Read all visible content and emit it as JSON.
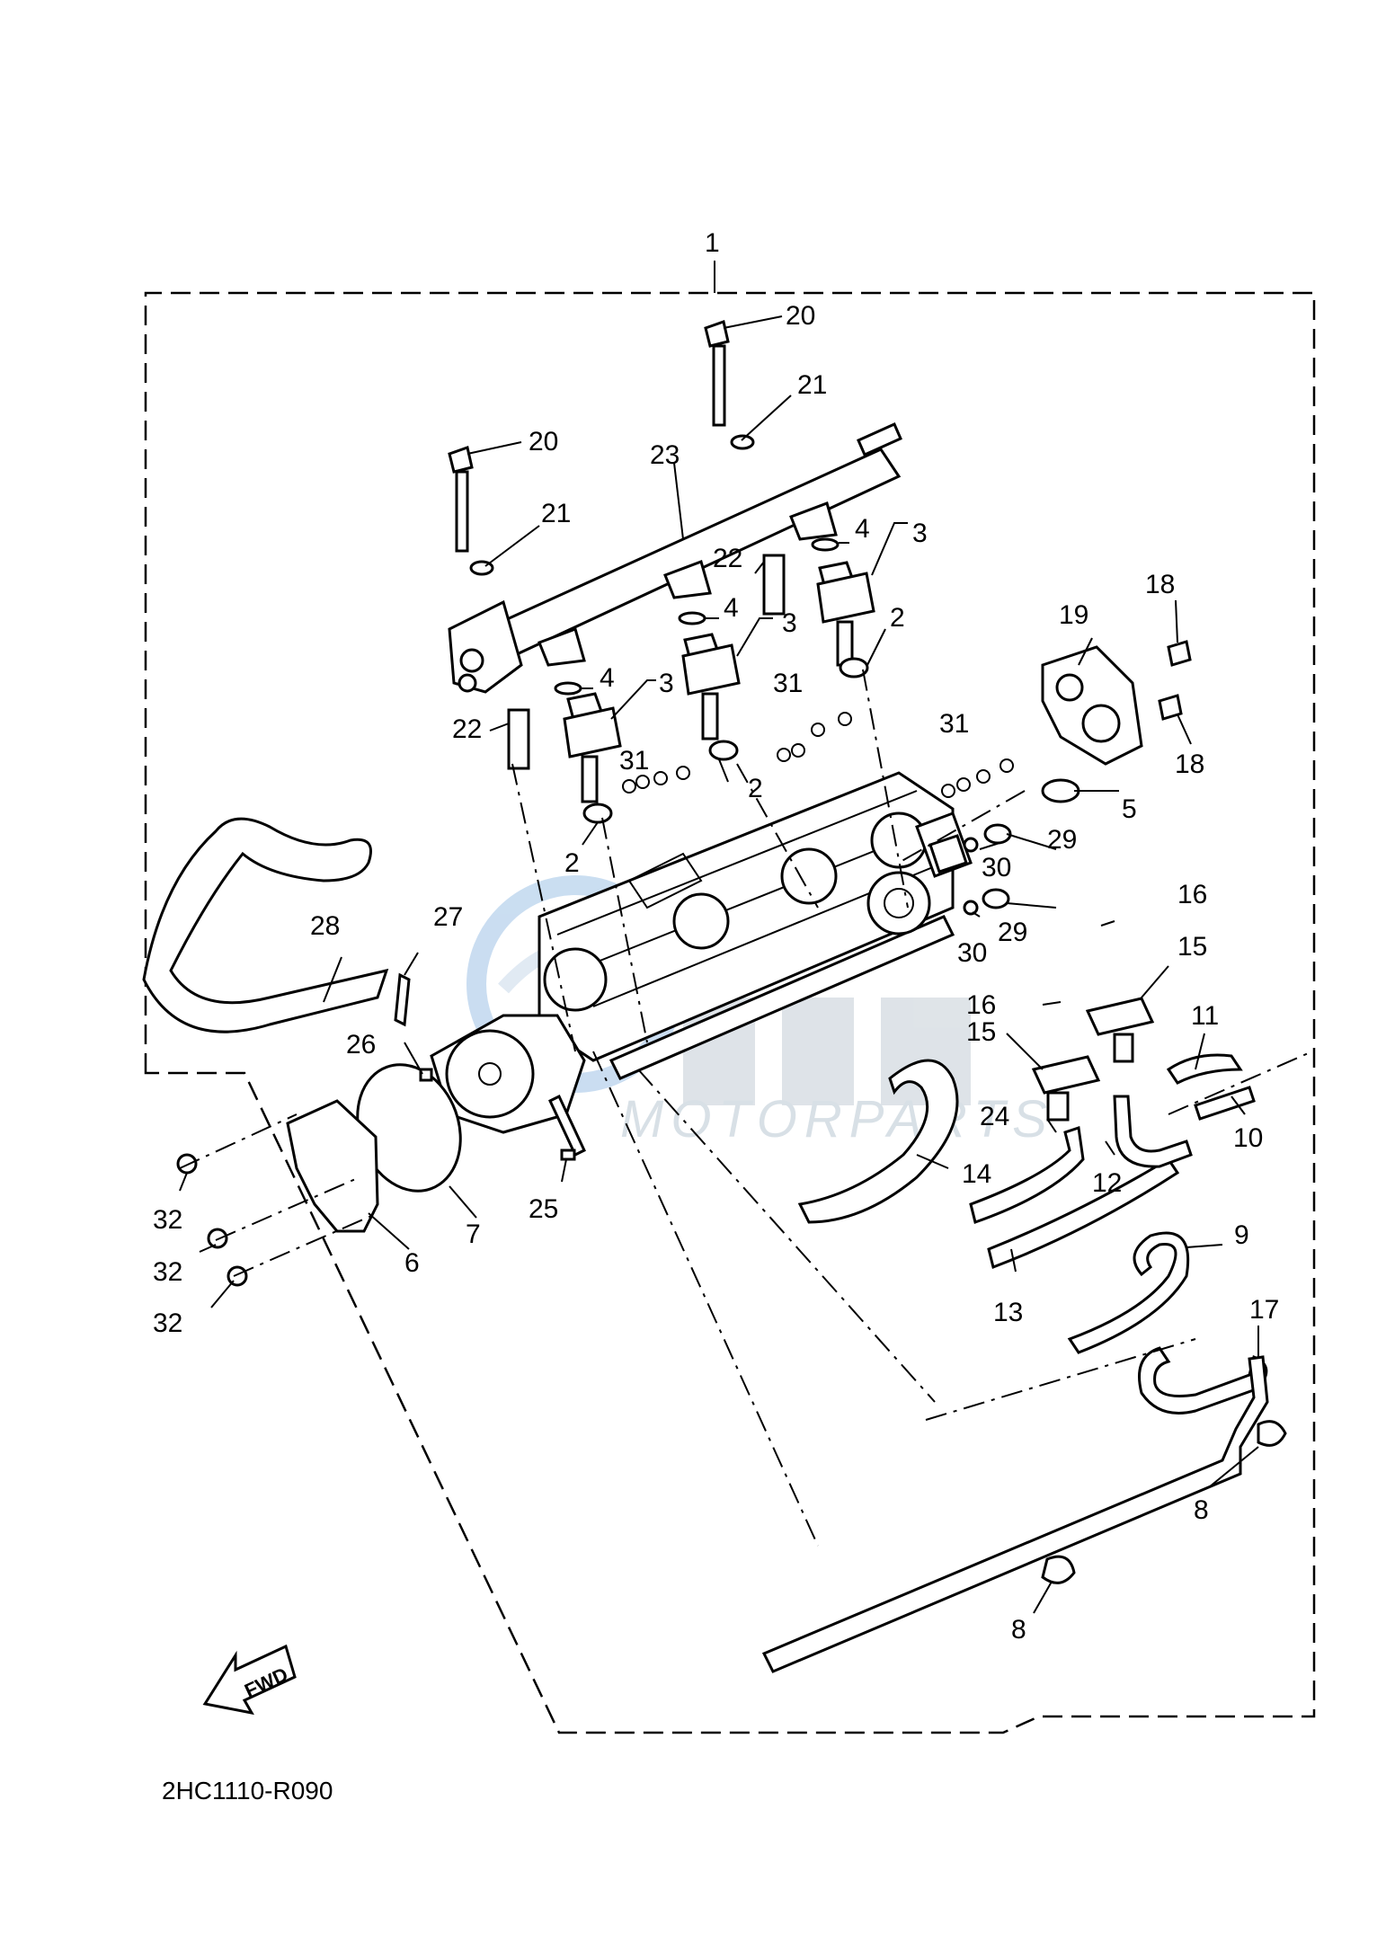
{
  "diagram": {
    "code": "2HC1110-R090",
    "forward_label": "FWD",
    "watermark": "MOTORPARTS",
    "callouts": {
      "c1": "1",
      "c2a": "2",
      "c2b": "2",
      "c2c": "2",
      "c3a": "3",
      "c3b": "3",
      "c3c": "3",
      "c4a": "4",
      "c4b": "4",
      "c4c": "4",
      "c5": "5",
      "c6": "6",
      "c7": "7",
      "c8a": "8",
      "c8b": "8",
      "c9": "9",
      "c10": "10",
      "c11": "11",
      "c12": "12",
      "c13": "13",
      "c14": "14",
      "c15a": "15",
      "c15b": "15",
      "c16a": "16",
      "c16b": "16",
      "c17": "17",
      "c18a": "18",
      "c18b": "18",
      "c19": "19",
      "c20a": "20",
      "c20b": "20",
      "c21a": "21",
      "c21b": "21",
      "c22a": "22",
      "c22b": "22",
      "c23": "23",
      "c24": "24",
      "c25": "25",
      "c26": "26",
      "c27": "27",
      "c28": "28",
      "c29a": "29",
      "c29b": "29",
      "c30a": "30",
      "c30b": "30",
      "c31a": "31",
      "c31b": "31",
      "c31c": "31",
      "c32a": "32",
      "c32b": "32",
      "c32c": "32"
    }
  }
}
